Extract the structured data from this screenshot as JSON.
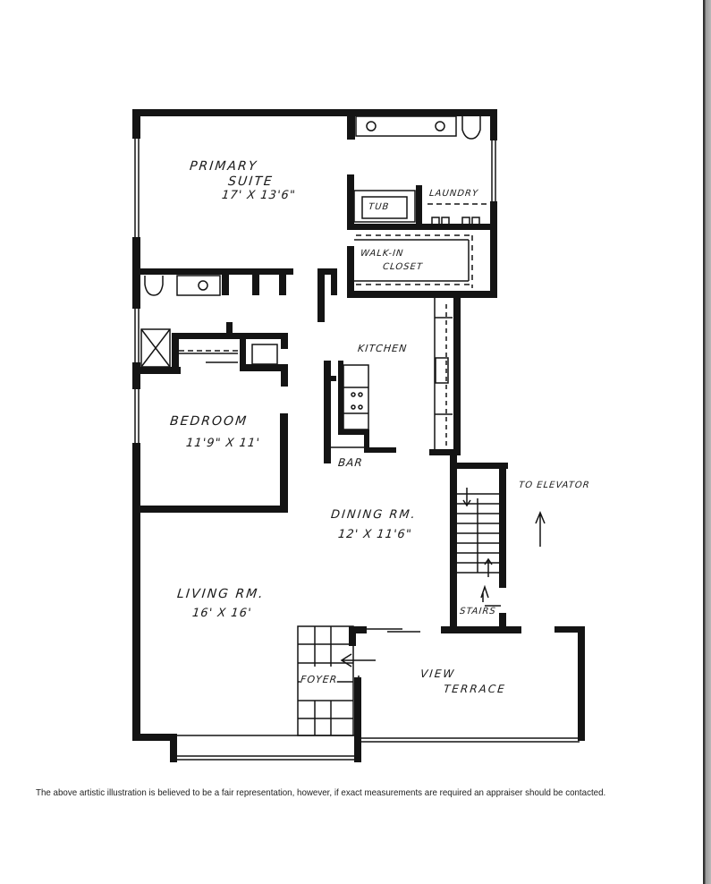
{
  "floor_plan": {
    "rooms": [
      {
        "id": "primary-suite",
        "name_line1": "PRIMARY",
        "name_line2": "SUITE",
        "dimensions": "17' X 13'6\""
      },
      {
        "id": "laundry",
        "name": "LAUNDRY"
      },
      {
        "id": "tub",
        "name": "TUB"
      },
      {
        "id": "walk-in-closet",
        "name_line1": "WALK-IN",
        "name_line2": "CLOSET"
      },
      {
        "id": "kitchen",
        "name": "KITCHEN"
      },
      {
        "id": "bar",
        "name": "BAR"
      },
      {
        "id": "bedroom",
        "name": "BEDROOM",
        "dimensions": "11'9\" X 11'"
      },
      {
        "id": "dining-room",
        "name": "DINING RM.",
        "dimensions": "12' X 11'6\""
      },
      {
        "id": "living-room",
        "name": "LIVING RM.",
        "dimensions": "16' X 16'"
      },
      {
        "id": "foyer",
        "name": "FOYER"
      },
      {
        "id": "view-terrace",
        "name_line1": "VIEW",
        "name_line2": "TERRACE"
      },
      {
        "id": "stairs",
        "name": "STAIRS"
      }
    ],
    "annotations": {
      "to_elevator": "TO ELEVATOR"
    },
    "colors": {
      "ink": "#141414",
      "paper": "#ffffff"
    }
  },
  "footer": {
    "disclaimer": "The above artistic illustration is believed to be a fair representation, however, if exact measurements are required an appraiser should be contacted."
  }
}
